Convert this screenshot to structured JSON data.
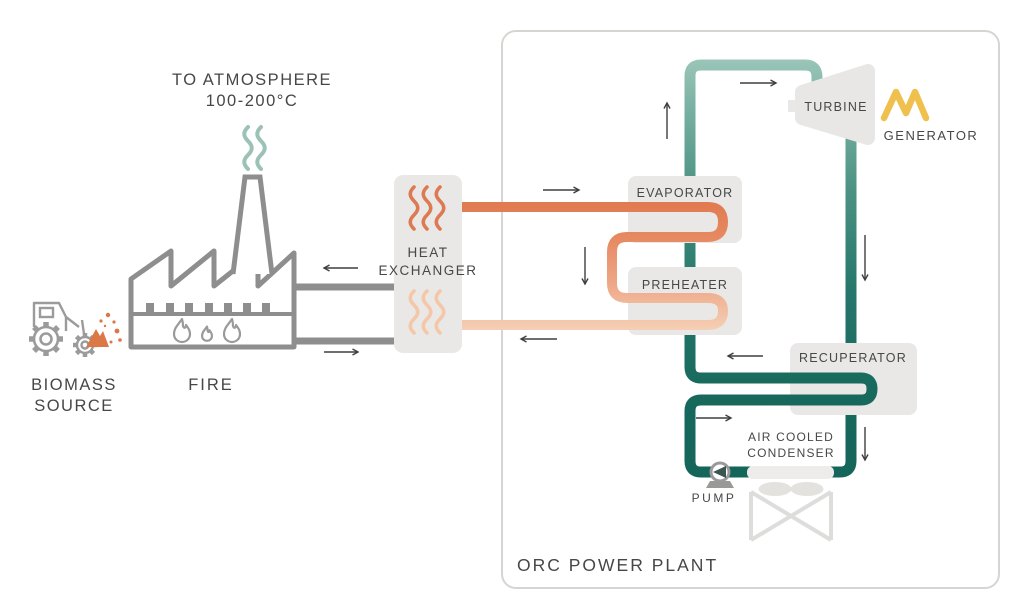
{
  "diagram_title": "Biomass ORC power plant process diagram",
  "labels": {
    "to_atmosphere_line1": "TO ATMOSPHERE",
    "to_atmosphere_line2": "100-200°C",
    "biomass_line1": "BIOMASS",
    "biomass_line2": "SOURCE",
    "fire": "FIRE",
    "heat_exchanger_line1": "HEAT",
    "heat_exchanger_line2": "EXCHANGER",
    "evaporator": "EVAPORATOR",
    "preheater": "PREHEATER",
    "turbine": "TURBINE",
    "generator": "GENERATOR",
    "recuperator": "RECUPERATOR",
    "air_cooled_condenser_line1": "AIR COOLED",
    "air_cooled_condenser_line2": "CONDENSER",
    "pump": "PUMP",
    "orc_power_plant": "ORC POWER PLANT"
  },
  "colors": {
    "hot_oil_orange": "#e0794e",
    "cooled_oil_pale_orange": "#f5cfb5",
    "vapor_teal_light": "#9ac5b8",
    "liquid_teal_dark": "#15655a",
    "flue_pipe_gray": "#8e8e8e",
    "component_box_gray": "#e9e8e6",
    "generator_gold": "#f0c04e",
    "smoke_teal": "#9cc2b7",
    "text_gray": "#474747",
    "orc_border_gray": "#d6d5d1"
  }
}
